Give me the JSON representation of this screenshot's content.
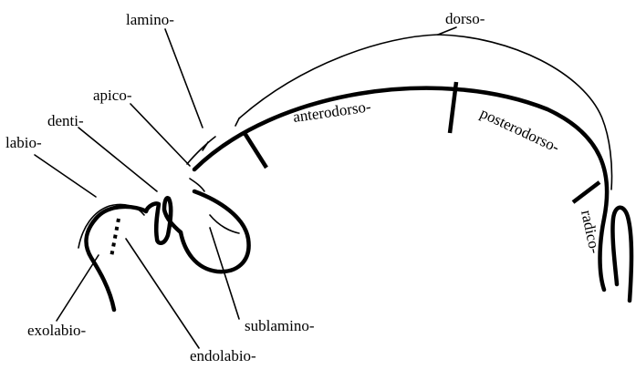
{
  "labels": {
    "lamino": "lamino-",
    "dorso": "dorso-",
    "apico": "apico-",
    "denti": "denti-",
    "labio": "labio-",
    "anterodorso": "anterodorso-",
    "posterodorso": "posterodorso-",
    "radico": "radico-",
    "exolabio": "exolabio-",
    "sublamino": "sublamino-",
    "endolabio": "endolabio-"
  }
}
